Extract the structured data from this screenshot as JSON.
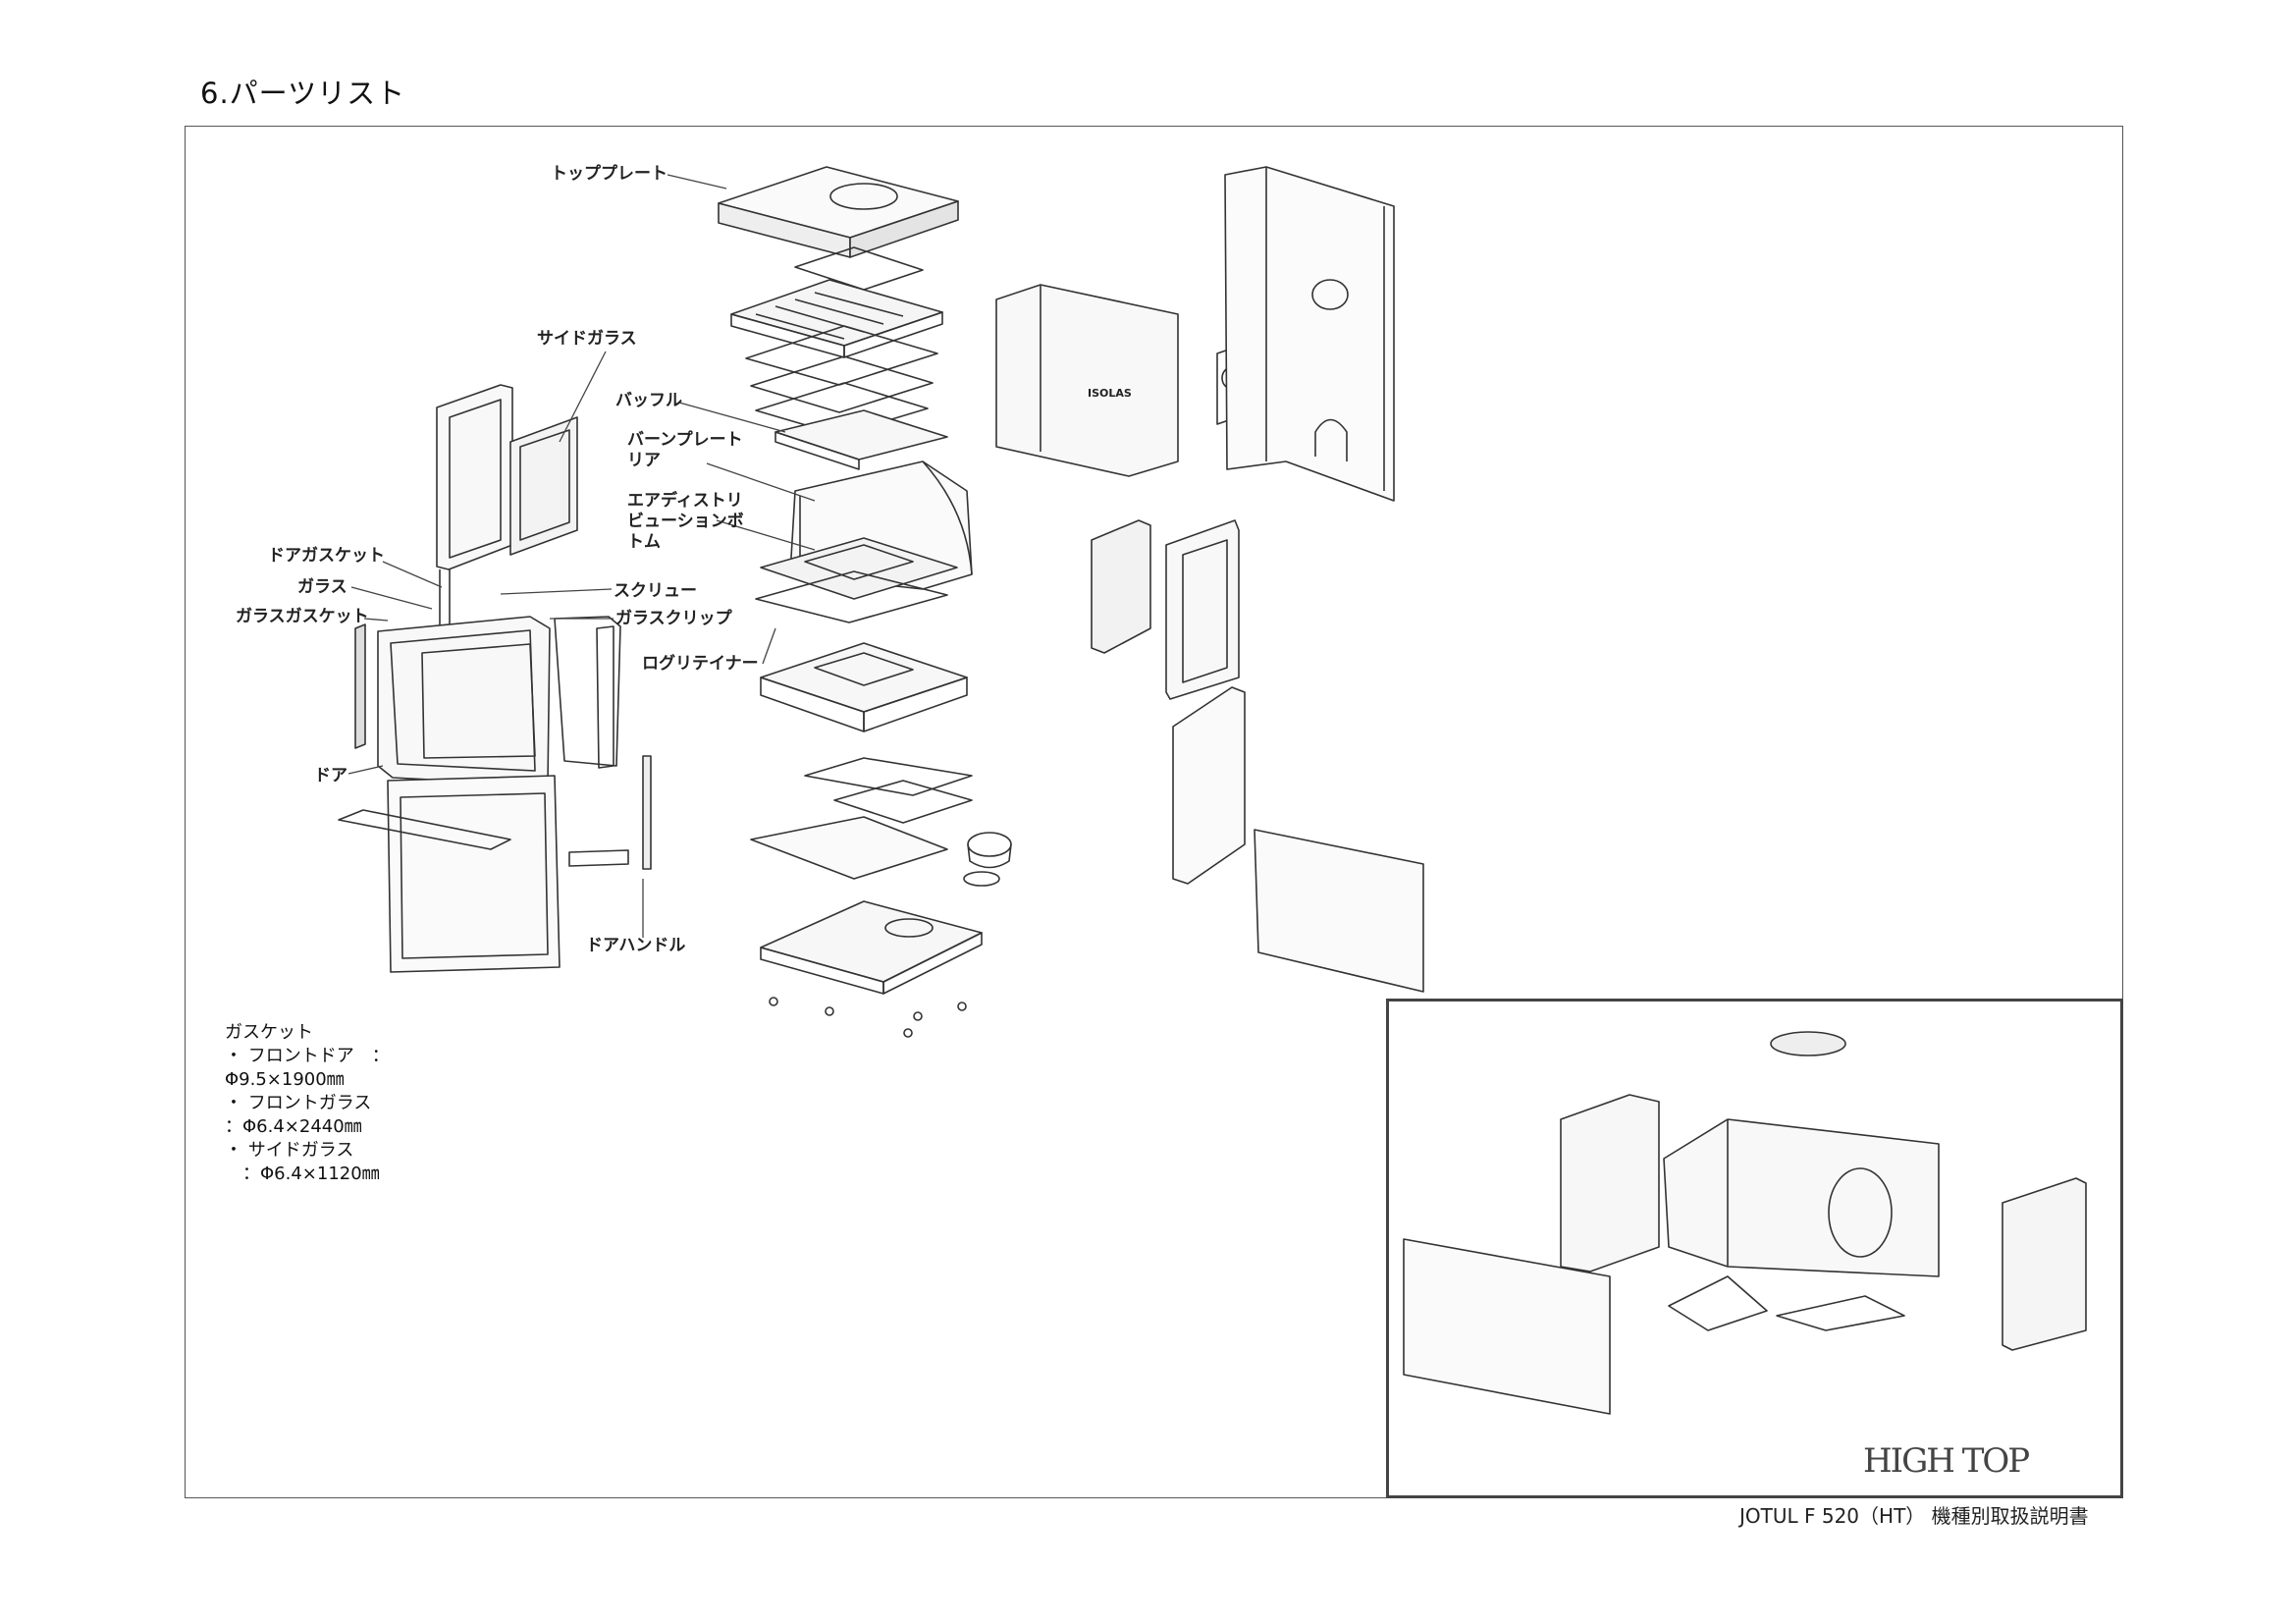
{
  "page": {
    "heading": "6.パーツリスト",
    "footer": "JOTUL F 520（HT） 機種別取扱説明書",
    "brand": "HIGH TOP"
  },
  "labels": {
    "top_plate": "トッププレート",
    "side_glass": "サイドガラス",
    "baffle": "バッフル",
    "burn_plate_rear": "バーンプレート\nリア",
    "air_distribution_bottom": "エアディストリ\nビューションボ\nトム",
    "door_gasket": "ドアガスケット",
    "glass": "ガラス",
    "glass_gasket": "ガラスガスケット",
    "screw": "スクリュー",
    "glass_clip": "ガラスクリップ",
    "log_retainer": "ログリテイナー",
    "door": "ドア",
    "door_handle": "ドアハンドル"
  },
  "gasket_spec": {
    "title": "ガスケット",
    "lines": [
      "・ フロントドア　：",
      "Φ9.5×1900㎜",
      "・ フロントガラス",
      "：Φ6.4×2440㎜",
      "・ サイドガラス",
      "",
      "　：Φ6.4×1120㎜"
    ]
  },
  "inset_labels": {
    "isolation_mark": "ISOLAS"
  }
}
